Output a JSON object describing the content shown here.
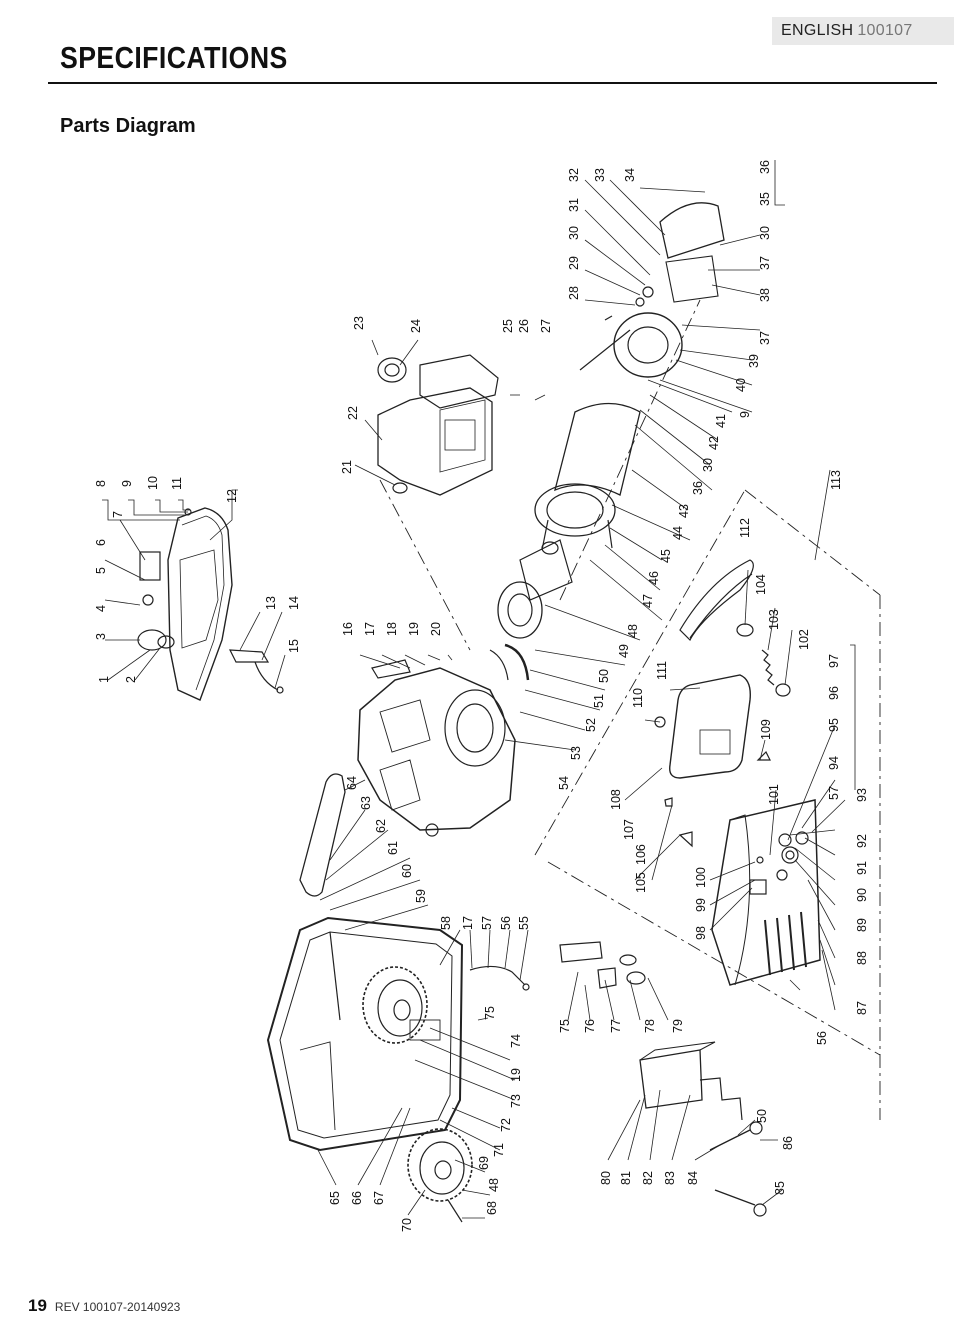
{
  "header": {
    "language": "ENGLISH",
    "model": "100107",
    "title": "SPECIFICATIONS"
  },
  "section": {
    "title": "Parts Diagram"
  },
  "diagram": {
    "part_numbers": [
      "1",
      "2",
      "3",
      "4",
      "5",
      "6",
      "7",
      "8",
      "9",
      "10",
      "11",
      "12",
      "13",
      "14",
      "15",
      "16",
      "17",
      "18",
      "19",
      "20",
      "21",
      "22",
      "23",
      "24",
      "25",
      "26",
      "27",
      "28",
      "29",
      "30",
      "31",
      "32",
      "33",
      "34",
      "35",
      "36",
      "37",
      "38",
      "39",
      "40",
      "41",
      "42",
      "43",
      "44",
      "45",
      "46",
      "47",
      "48",
      "49",
      "50",
      "51",
      "52",
      "53",
      "54",
      "55",
      "56",
      "57",
      "58",
      "59",
      "60",
      "61",
      "62",
      "63",
      "64",
      "65",
      "66",
      "67",
      "68",
      "69",
      "70",
      "71",
      "72",
      "73",
      "74",
      "75",
      "76",
      "77",
      "78",
      "79",
      "80",
      "81",
      "82",
      "83",
      "84",
      "85",
      "86",
      "87",
      "88",
      "89",
      "90",
      "91",
      "92",
      "93",
      "94",
      "95",
      "96",
      "97",
      "98",
      "99",
      "100",
      "101",
      "102",
      "103",
      "104",
      "105",
      "106",
      "107",
      "108",
      "109",
      "110",
      "111",
      "112",
      "113"
    ]
  },
  "footer": {
    "page_number": "19",
    "revision": "REV 100107-20140923"
  }
}
